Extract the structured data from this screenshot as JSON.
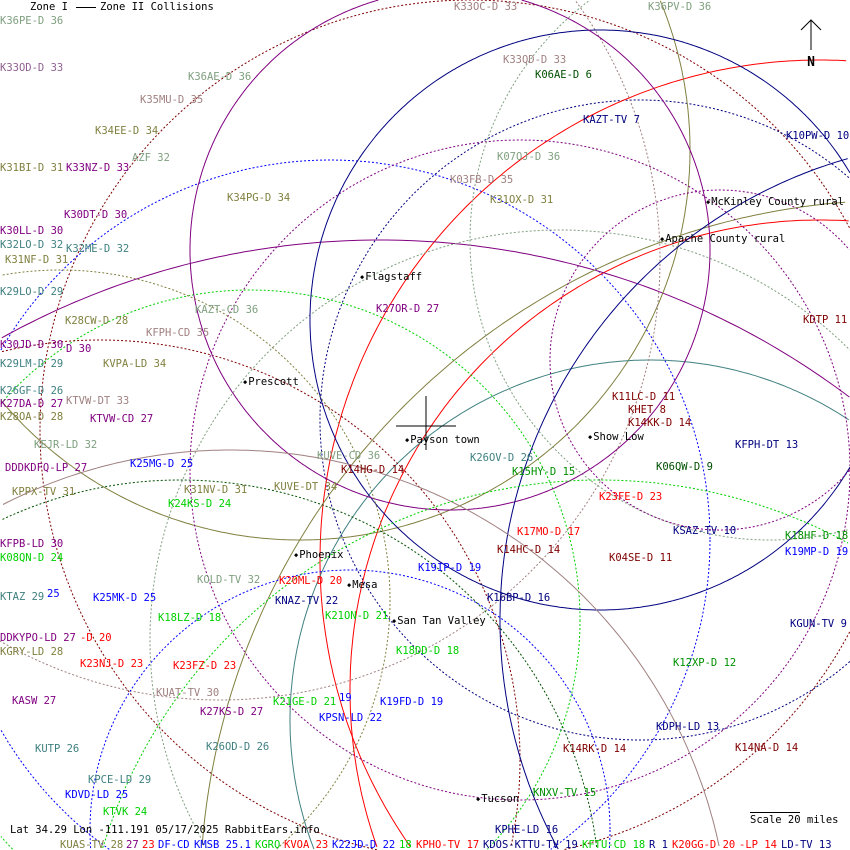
{
  "legend": {
    "zone1": "Zone I",
    "zone2": "Zone II Collisions",
    "under_label": "K36PE-D 36"
  },
  "north_label": "N",
  "scale_label": "Scale 20 miles",
  "footer": "Lat 34.29 Lon -111.191 05/17/2025 RabbitEars.info",
  "colors": {
    "graygreen": "#7f9f7f",
    "purple": "#800080",
    "rose": "#a08080",
    "olive": "#808040",
    "teal": "#408080",
    "navy": "#000080",
    "darkred": "#800000",
    "red": "#ff0000",
    "green": "#00d000",
    "dkgreen": "#009000",
    "forest": "#005000",
    "blue": "#0000ff",
    "black": "#000000"
  },
  "cities": [
    "Flagstaff",
    "Prescott",
    "Payson town",
    "Show Low",
    "Phoenix",
    "Mesa",
    "San Tan Valley",
    "Tucson",
    "McKinley County rural",
    "Apache County rural"
  ],
  "labels": [
    {
      "text": "K33OC-D 33",
      "color": "#a08080"
    },
    {
      "text": "K36PV-D 36",
      "color": "#7f9f7f"
    },
    {
      "text": "K33OD-D 33",
      "color": "#906090"
    },
    {
      "text": "K36AE-D 36",
      "color": "#7f9f7f"
    },
    {
      "text": "K33QD-D 33",
      "color": "#a08080"
    },
    {
      "text": "K06AE-D 6",
      "color": "#005000"
    },
    {
      "text": "K35MU-D 35",
      "color": "#a08080"
    },
    {
      "text": "KAZT-TV 7",
      "color": "#000080"
    },
    {
      "text": "K10PW-D 10",
      "color": "#000080"
    },
    {
      "text": "K34EE-D 34",
      "color": "#808040"
    },
    {
      "text": "K31BI-D 31",
      "color": "#808040"
    },
    {
      "text": "K33NZ-D 33",
      "color": "#800080"
    },
    {
      "text": "AZF 32",
      "color": "#7f9f7f"
    },
    {
      "text": "K07OJ-D 36",
      "color": "#7f9f7f"
    },
    {
      "text": "K03FB-D 35",
      "color": "#a08080"
    },
    {
      "text": "K31OX-D 31",
      "color": "#808040"
    },
    {
      "text": "K34PG-D 34",
      "color": "#808040"
    },
    {
      "text": "K30DT-D 30",
      "color": "#800080"
    },
    {
      "text": "K30LL-D 30",
      "color": "#800080"
    },
    {
      "text": "K32LO-D 32",
      "color": "#408080"
    },
    {
      "text": "K32ME-D 32",
      "color": "#408080"
    },
    {
      "text": "K31NF-D 31",
      "color": "#808040"
    },
    {
      "text": "K29LO-D 29",
      "color": "#408080"
    },
    {
      "text": "K27OR-D 27",
      "color": "#800080"
    },
    {
      "text": "KAZT-CD 36",
      "color": "#7f9f7f"
    },
    {
      "text": "K28CW-D 28",
      "color": "#808040"
    },
    {
      "text": "KDTP 11",
      "color": "#800000"
    },
    {
      "text": "KFPH-CD 35",
      "color": "#a08080"
    },
    {
      "text": "K30JD-D 30",
      "color": "#800080"
    },
    {
      "text": "D 30",
      "color": "#800080"
    },
    {
      "text": "K29LM-D 29",
      "color": "#408080"
    },
    {
      "text": "KVPA-LD 34",
      "color": "#808040"
    },
    {
      "text": "K26GF-D 26",
      "color": "#408080"
    },
    {
      "text": "K11LC-D 11",
      "color": "#800000"
    },
    {
      "text": "K27DA-D 27",
      "color": "#800080"
    },
    {
      "text": "KTVW-DT 33",
      "color": "#a08080"
    },
    {
      "text": "KHET 8",
      "color": "#800000"
    },
    {
      "text": "K28OA-D 28",
      "color": "#808040"
    },
    {
      "text": "KTVW-CD 27",
      "color": "#800080"
    },
    {
      "text": "K14KK-D 14",
      "color": "#800000"
    },
    {
      "text": "KFPH-DT 13",
      "color": "#000080"
    },
    {
      "text": "KEJR-LD 32",
      "color": "#7f9f7f"
    },
    {
      "text": "KUVE-CD 36",
      "color": "#7f9f7f"
    },
    {
      "text": "K14HG-D 14",
      "color": "#800000"
    },
    {
      "text": "K26OV-D 26",
      "color": "#408080"
    },
    {
      "text": "DDDKDFQ-LP 27",
      "color": "#800080"
    },
    {
      "text": "K25MG-D 25",
      "color": "#0000ff"
    },
    {
      "text": "K06QW-D 9",
      "color": "#005000"
    },
    {
      "text": "K15HY-D 15",
      "color": "#009000"
    },
    {
      "text": "KPPX-TV 31",
      "color": "#808040"
    },
    {
      "text": "K31NV-D 31",
      "color": "#808040"
    },
    {
      "text": "KUVE-DT 34",
      "color": "#808040"
    },
    {
      "text": "K24KS-D 24",
      "color": "#00d000"
    },
    {
      "text": "K23FE-D 23",
      "color": "#ff0000"
    },
    {
      "text": "K17MO-D 17",
      "color": "#ff0000"
    },
    {
      "text": "KSAZ-TV 10",
      "color": "#000080"
    },
    {
      "text": "K18HF-D 18",
      "color": "#009000"
    },
    {
      "text": "KFPB-LD 30",
      "color": "#800080"
    },
    {
      "text": "K14HC-D 14",
      "color": "#800000"
    },
    {
      "text": "K19MP-D 19",
      "color": "#0000ff"
    },
    {
      "text": "K08QN-D 24",
      "color": "#00d000"
    },
    {
      "text": "K04SE-D 11",
      "color": "#800000"
    },
    {
      "text": "KOLD-TV 32",
      "color": "#7f9f7f"
    },
    {
      "text": "K20ML-D 20",
      "color": "#ff0000"
    },
    {
      "text": "K19IP-D 19",
      "color": "#0000ff"
    },
    {
      "text": "KTAZ 29",
      "color": "#408080"
    },
    {
      "text": "25",
      "color": "#0000ff"
    },
    {
      "text": "K25MK-D 25",
      "color": "#0000ff"
    },
    {
      "text": "KNAZ-TV 22",
      "color": "#000080"
    },
    {
      "text": "K16BP-D 16",
      "color": "#000080"
    },
    {
      "text": "K21ON-D 21",
      "color": "#00d000"
    },
    {
      "text": "K18LZ-D 18",
      "color": "#00d000"
    },
    {
      "text": "KGUN-TV 9",
      "color": "#000080"
    },
    {
      "text": "DDKYPO-LD 27",
      "color": "#800080"
    },
    {
      "text": "-D 20",
      "color": "#ff0000"
    },
    {
      "text": "KGRY-LD 28",
      "color": "#808040"
    },
    {
      "text": "K18DD-D 18",
      "color": "#00d000"
    },
    {
      "text": "K23NJ-D 23",
      "color": "#ff0000"
    },
    {
      "text": "K23FZ-D 23",
      "color": "#ff0000"
    },
    {
      "text": "K12XP-D 12",
      "color": "#009000"
    },
    {
      "text": "K27KS-D 27",
      "color": "#800080"
    },
    {
      "text": "KUAT-TV 30",
      "color": "#a08080"
    },
    {
      "text": "KASW 27",
      "color": "#800080"
    },
    {
      "text": "K21GE-D 21",
      "color": "#00d000"
    },
    {
      "text": "19",
      "color": "#0000ff"
    },
    {
      "text": "K19FD-D 19",
      "color": "#0000ff"
    },
    {
      "text": "KPSN-LD 22",
      "color": "#0000ff"
    },
    {
      "text": "KDPH-LD 13",
      "color": "#000080"
    },
    {
      "text": "KUTP 26",
      "color": "#408080"
    },
    {
      "text": "K26OD-D 26",
      "color": "#408080"
    },
    {
      "text": "K14RK-D 14",
      "color": "#800000"
    },
    {
      "text": "K14NA-D 14",
      "color": "#800000"
    },
    {
      "text": "KPCE-LD 29",
      "color": "#408080"
    },
    {
      "text": "KDVD-LD 25",
      "color": "#0000ff"
    },
    {
      "text": "KNXV-TV 15",
      "color": "#009000"
    },
    {
      "text": "KTVK 24",
      "color": "#00d000"
    },
    {
      "text": "KPHE-LD 16",
      "color": "#000080"
    },
    {
      "text": "KUAS-TV 28",
      "color": "#808040"
    },
    {
      "text": "27",
      "color": "#800080"
    },
    {
      "text": "23",
      "color": "#ff0000"
    },
    {
      "text": "DF-CD",
      "color": "#0000ff"
    },
    {
      "text": "KMSB 25.1",
      "color": "#0000ff"
    },
    {
      "text": "KGRO",
      "color": "#00d000"
    },
    {
      "text": "KVOA 23",
      "color": "#ff0000"
    },
    {
      "text": "K22JD-D 22",
      "color": "#0000ff"
    },
    {
      "text": "18",
      "color": "#00d000"
    },
    {
      "text": "KPHO-TV 17",
      "color": "#ff0000"
    },
    {
      "text": "KDOS-KTTU-TV 19",
      "color": "#000080"
    },
    {
      "text": "KFTU-CD 18",
      "color": "#00d000"
    },
    {
      "text": "R 1",
      "color": "#000080"
    },
    {
      "text": "K20GG-D 20",
      "color": "#ff0000"
    },
    {
      "text": "-LP 14",
      "color": "#ff0000"
    },
    {
      "text": "LD-TV 13",
      "color": "#000080"
    }
  ]
}
